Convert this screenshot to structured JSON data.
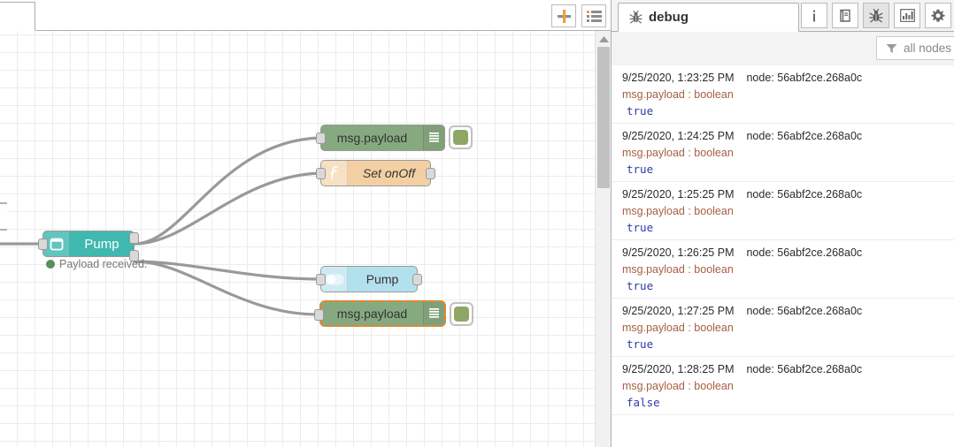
{
  "editor": {
    "tabbar": {
      "active_tab_label": "",
      "add_tab_label": "+",
      "list_tabs_label": "list"
    },
    "nodes": [
      {
        "id": "pump-in",
        "name": "Pump",
        "type": "teal-input",
        "icon": "calendar-icon",
        "status": "Payload received.",
        "status_color": "#5a8f5a"
      },
      {
        "id": "debug-top",
        "name": "msg.payload",
        "type": "debug",
        "icon": "hamburger-icon"
      },
      {
        "id": "function-setonoff",
        "name": "Set onOff",
        "type": "function",
        "icon": "function-icon"
      },
      {
        "id": "pump-out",
        "name": "Pump",
        "type": "blue-output",
        "icon": "toggle-icon"
      },
      {
        "id": "debug-bottom",
        "name": "msg.payload",
        "type": "debug",
        "icon": "hamburger-icon",
        "selected": true
      }
    ],
    "colors": {
      "debug_node": "#87a980",
      "function_node": "#f3d0a4",
      "teal_node": "#3fb8af",
      "blue_node": "#b3e0ed",
      "selection": "#ff7f0e",
      "wire": "#999999",
      "grid": "#ececec"
    }
  },
  "sidebar": {
    "tab": {
      "label": "debug",
      "icon": "bug-icon"
    },
    "tools": [
      {
        "name": "info-tab",
        "icon": "info-icon",
        "active": false
      },
      {
        "name": "help-tab",
        "icon": "book-icon",
        "active": false
      },
      {
        "name": "debug-tab",
        "icon": "bug-icon",
        "active": true
      },
      {
        "name": "dashboard-tab",
        "icon": "chart-icon",
        "active": false
      },
      {
        "name": "config-tab",
        "icon": "gear-icon",
        "active": false
      }
    ],
    "filter": {
      "label": "all nodes",
      "icon": "filter-icon"
    },
    "messages": [
      {
        "timestamp": "9/25/2020, 1:23:25 PM",
        "node": "node: 56abf2ce.268a0c",
        "property": "msg.payload : boolean",
        "value": "true"
      },
      {
        "timestamp": "9/25/2020, 1:24:25 PM",
        "node": "node: 56abf2ce.268a0c",
        "property": "msg.payload : boolean",
        "value": "true"
      },
      {
        "timestamp": "9/25/2020, 1:25:25 PM",
        "node": "node: 56abf2ce.268a0c",
        "property": "msg.payload : boolean",
        "value": "true"
      },
      {
        "timestamp": "9/25/2020, 1:26:25 PM",
        "node": "node: 56abf2ce.268a0c",
        "property": "msg.payload : boolean",
        "value": "true"
      },
      {
        "timestamp": "9/25/2020, 1:27:25 PM",
        "node": "node: 56abf2ce.268a0c",
        "property": "msg.payload : boolean",
        "value": "true"
      },
      {
        "timestamp": "9/25/2020, 1:28:25 PM",
        "node": "node: 56abf2ce.268a0c",
        "property": "msg.payload : boolean",
        "value": "false"
      }
    ]
  }
}
